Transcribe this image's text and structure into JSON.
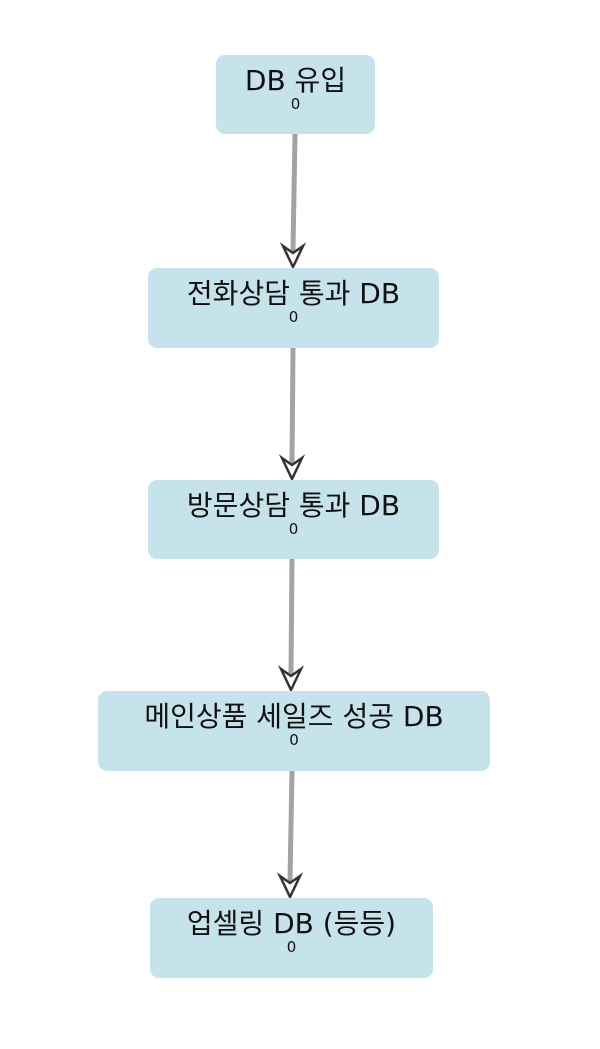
{
  "flow": {
    "nodes": [
      {
        "label": "DB 유입",
        "count": "0"
      },
      {
        "label": "전화상담 통과 DB",
        "count": "0"
      },
      {
        "label": "방문상담 통과 DB",
        "count": "0"
      },
      {
        "label": "메인상품 세일즈 성공 DB",
        "count": "0"
      },
      {
        "label": "업셀링 DB (등등)",
        "count": "0"
      }
    ],
    "edges": [
      {
        "from": 0,
        "to": 1
      },
      {
        "from": 1,
        "to": 2
      },
      {
        "from": 2,
        "to": 3
      },
      {
        "from": 3,
        "to": 4
      }
    ],
    "colors": {
      "node_fill": "#c6e3ec",
      "edge_line": "#a3a3a3",
      "arrowhead": "#333333"
    }
  }
}
